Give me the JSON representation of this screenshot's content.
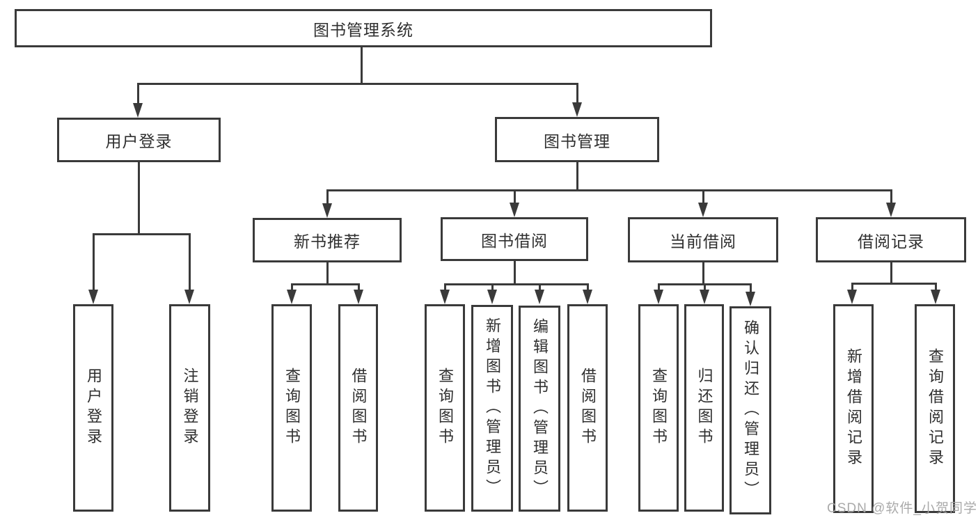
{
  "diagram": {
    "title_node": "图书管理系统",
    "colors": {
      "line": "#3a3a3a",
      "text": "#2f2f2f",
      "background": "#ffffff",
      "watermark": "#a5a5a5"
    },
    "nodes": {
      "root": "图书管理系统",
      "user_login": "用户登录",
      "book_management": "图书管理",
      "new_book_recommend": "新书推荐",
      "book_borrowing": "图书借阅",
      "current_borrowing": "当前借阅",
      "borrowing_records": "借阅记录"
    },
    "leaves": {
      "user_login_leaf": "用户登录",
      "logout": "注销登录",
      "nb_query_books": "查询图书",
      "nb_borrow_books": "借阅图书",
      "bb_query_books": "查询图书",
      "bb_add_books_admin": "新增图书（管理员）",
      "bb_edit_books_admin": "编辑图书（管理员）",
      "bb_borrow_books": "借阅图书",
      "cb_query_books": "查询图书",
      "cb_return_books": "归还图书",
      "cb_confirm_return_admin": "确认归还（管理员）",
      "br_add_record": "新增借阅记录",
      "br_query_record": "查询借阅记录"
    },
    "watermark": "CSDN @软件_小贺同学"
  }
}
